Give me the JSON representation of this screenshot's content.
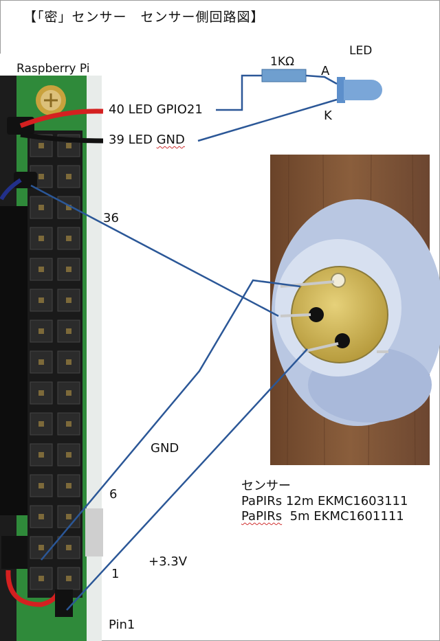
{
  "title": "【「密」センサー　センサー側回路図】",
  "board": {
    "name": "Raspberry Pi"
  },
  "pins": {
    "pin40": "40 LED GPIO21",
    "pin39_prefix": "39 LED ",
    "pin39_gnd": "GND",
    "pin36": "36",
    "pin6": "6",
    "pin1": "1",
    "pin1_name": "Pin1"
  },
  "led": {
    "title": "LED",
    "resistor": "1KΩ",
    "anode": "A",
    "cathode": "K"
  },
  "power": {
    "gnd": "GND",
    "v33": "+3.3V"
  },
  "sensor": {
    "heading": "センサー",
    "model1": "PaPIRs 12m EKMC1603111",
    "model2_brand": "PaPIRs",
    "model2_rest": "  5m EKMC1601111"
  },
  "colors": {
    "wire": "#2b5797",
    "board": "#2f8a3a",
    "resistor": "#6f9fcf",
    "led": "#5d8fcb",
    "wood": "#7a5234"
  }
}
